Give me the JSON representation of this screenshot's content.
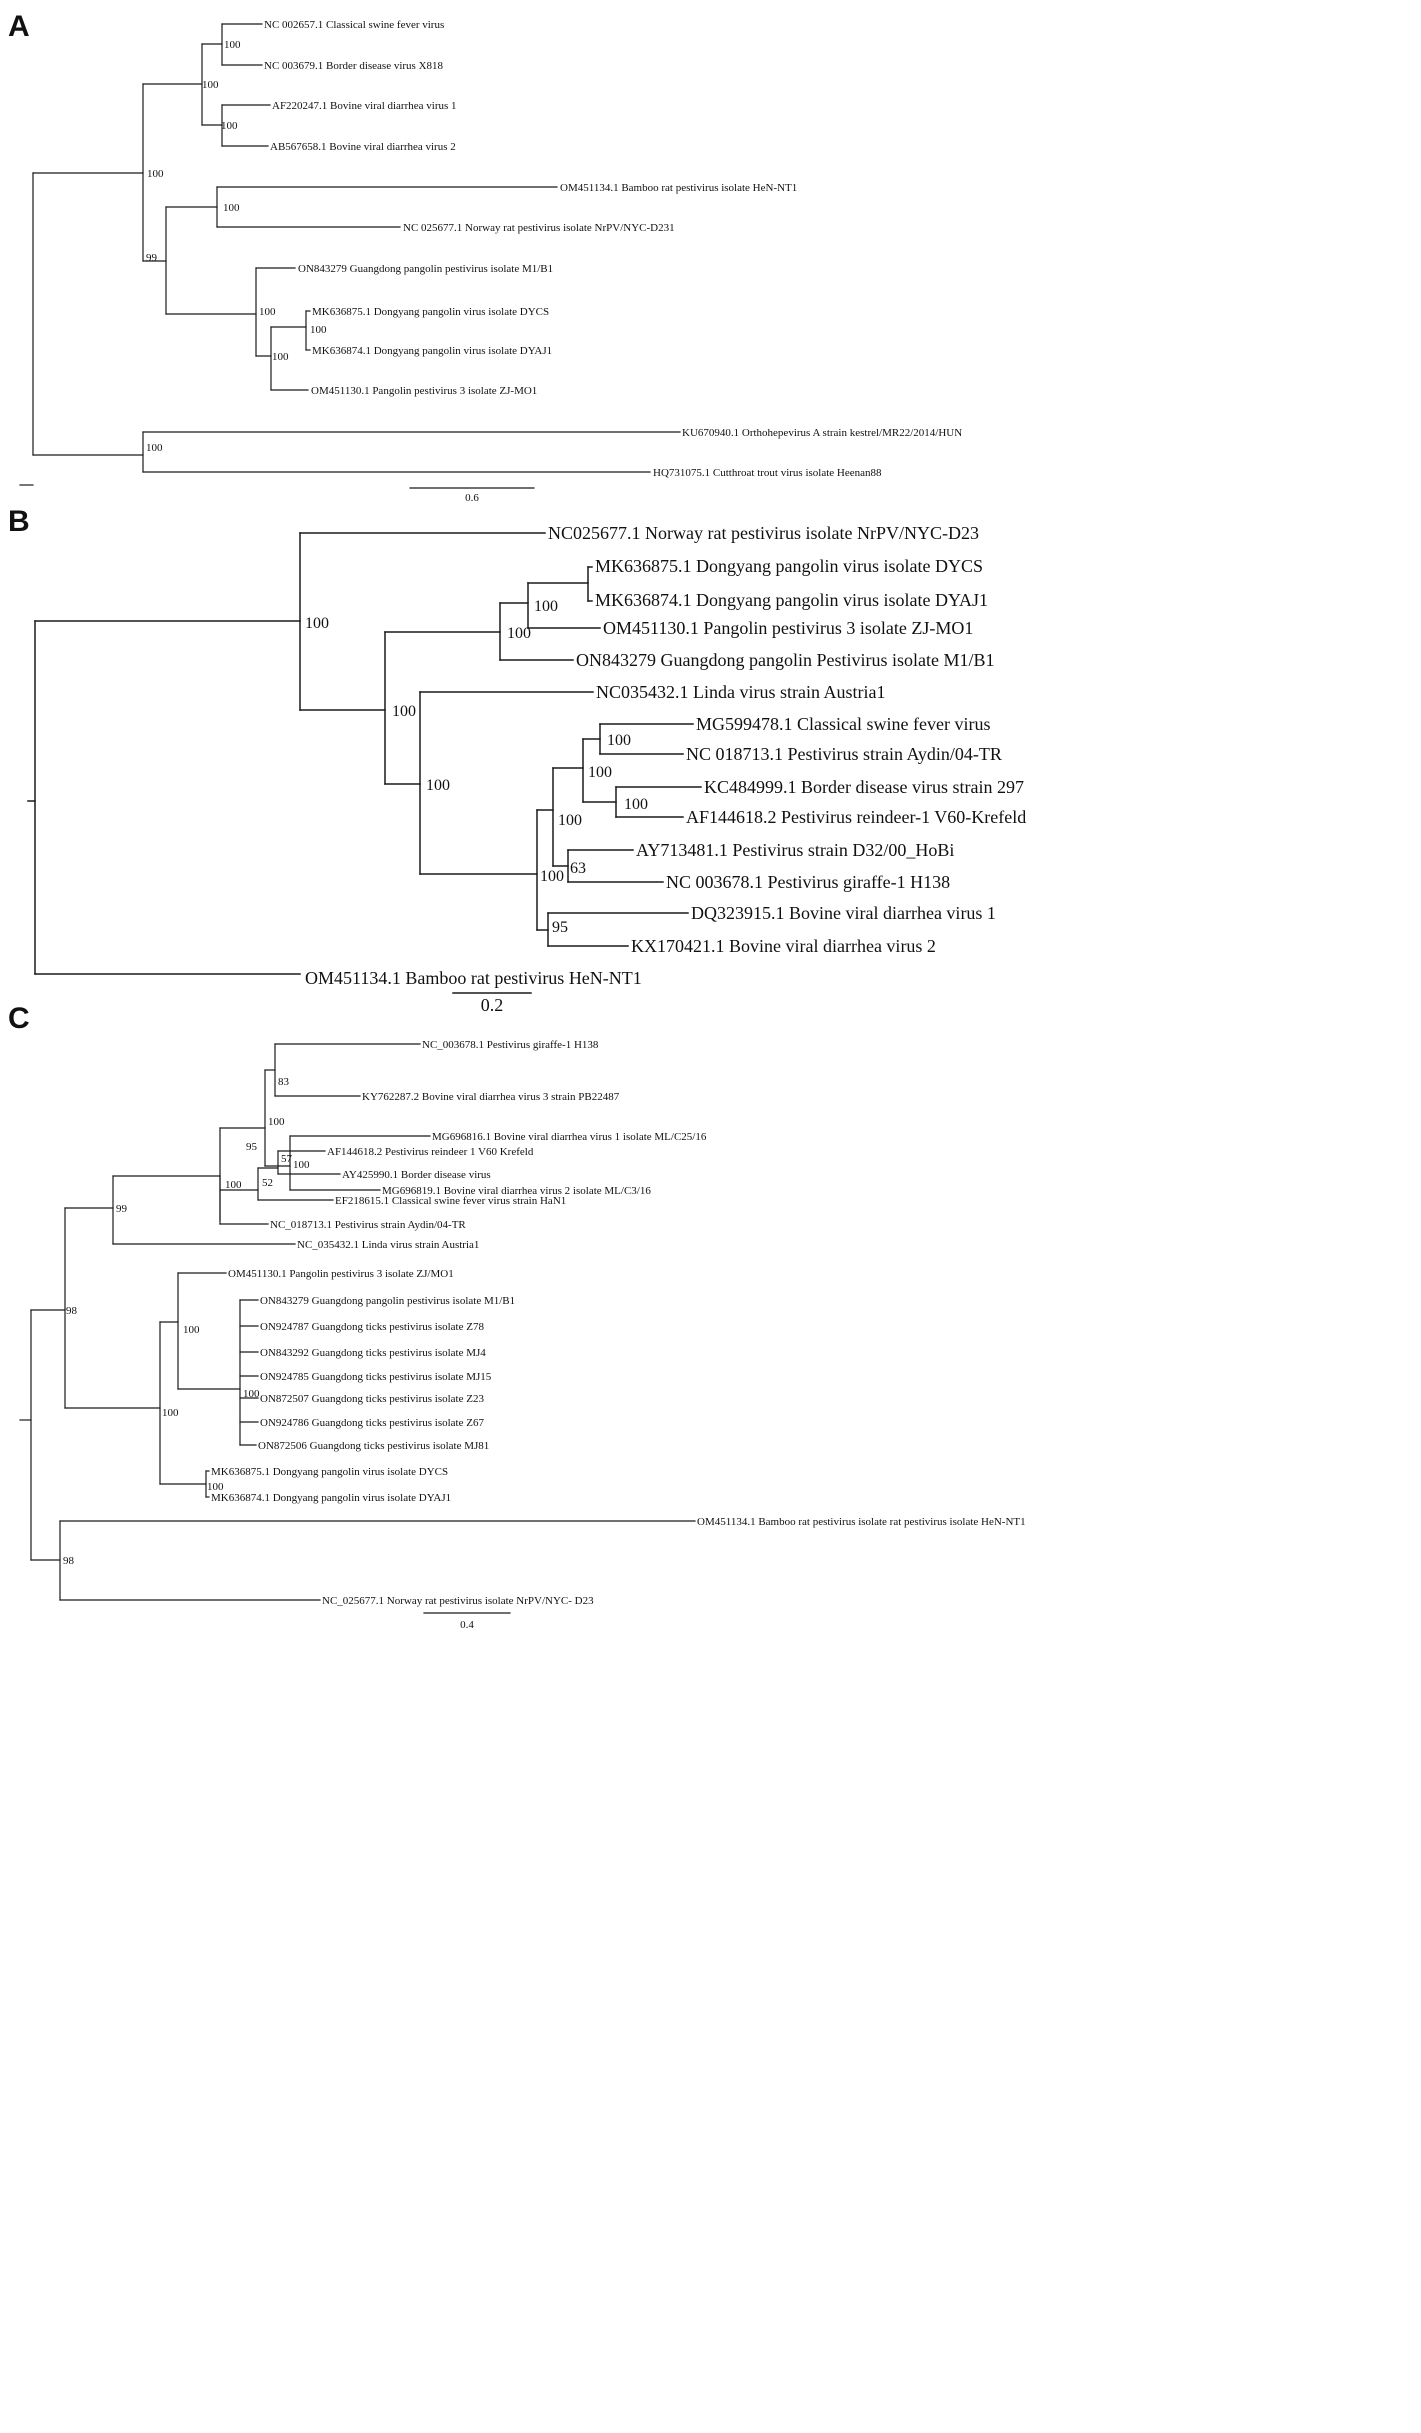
{
  "colors": {
    "default": "#111111",
    "highlight": "#d42424",
    "ticks": "#2a2a9a"
  },
  "panels": {
    "A": {
      "letter": "A",
      "scale_label": "0.6",
      "taxa": {
        "csfv": {
          "text": "NC 002657.1 Classical swine fever virus"
        },
        "bdv": {
          "text": "NC 003679.1 Border disease virus X818"
        },
        "bvdv1": {
          "text": "AF220247.1 Bovine viral diarrhea virus 1"
        },
        "bvdv2": {
          "text": "AB567658.1 Bovine viral diarrhea virus 2"
        },
        "bamboo": {
          "text": "OM451134.1 Bamboo rat pestivirus isolate HeN-NT1"
        },
        "norway": {
          "text": "NC 025677.1 Norway rat pestivirus isolate NrPV/NYC-D231"
        },
        "gd": {
          "text": "ON843279 Guangdong pangolin pestivirus isolate M1/B1",
          "color": "highlight"
        },
        "dycs": {
          "text": "MK636875.1 Dongyang pangolin virus isolate DYCS"
        },
        "dyaj": {
          "text": "MK636874.1 Dongyang pangolin virus isolate DYAJ1"
        },
        "p3": {
          "text": "OM451130.1 Pangolin pestivirus 3 isolate ZJ-MO1"
        },
        "kestrel": {
          "text": "KU670940.1 Orthohepevirus A strain kestrel/MR22/2014/HUN"
        },
        "trout": {
          "text": "HQ731075.1 Cutthroat trout virus isolate Heenan88"
        }
      },
      "bootstraps": {
        "n1": "100",
        "n2": "100",
        "n3": "100",
        "n4": "100",
        "n5": "100",
        "n6": "99",
        "n7": "100",
        "n8": "100",
        "n9": "100",
        "n10": "100"
      }
    },
    "B": {
      "letter": "B",
      "scale_label": "0.2",
      "taxa": {
        "norway": {
          "text": "NC025677.1 Norway rat pestivirus isolate NrPV/NYC-D23"
        },
        "dycs": {
          "text": "MK636875.1 Dongyang pangolin virus isolate DYCS"
        },
        "dyaj": {
          "text": "MK636874.1 Dongyang pangolin virus isolate DYAJ1"
        },
        "p3": {
          "text": "OM451130.1 Pangolin pestivirus 3 isolate ZJ-MO1"
        },
        "gd": {
          "text": "ON843279 Guangdong pangolin Pestivirus isolate M1/B1",
          "color": "highlight"
        },
        "linda": {
          "text": "NC035432.1 Linda virus strain Austria1"
        },
        "csfv": {
          "text": "MG599478.1  Classical swine fever virus"
        },
        "aydin": {
          "text": "NC 018713.1 Pestivirus strain Aydin/04-TR"
        },
        "bdv": {
          "text": "KC484999.1 Border disease virus strain 297"
        },
        "reindeer": {
          "text": "AF144618.2 Pestivirus reindeer-1 V60-Krefeld"
        },
        "hobi": {
          "text": "AY713481.1 Pestivirus strain D32/00_HoBi"
        },
        "giraffe": {
          "text": "NC 003678.1 Pestivirus giraffe-1 H138"
        },
        "bvdv1": {
          "text": "DQ323915.1 Bovine viral diarrhea virus 1"
        },
        "bvdv2": {
          "text": "KX170421.1 Bovine viral diarrhea virus 2"
        },
        "bamboo": {
          "text": "OM451134.1  Bamboo rat pestivirus HeN-NT1"
        }
      },
      "bootstraps": {
        "n1": "100",
        "n2": "100",
        "n3": "100",
        "n4": "100",
        "n5": "100",
        "n6": "100",
        "n7": "100",
        "n8": "100",
        "n9": "100",
        "n10": "63",
        "n11": "95"
      }
    },
    "C": {
      "letter": "C",
      "scale_label": "0.4",
      "taxa": {
        "giraffe": {
          "text": "NC_003678.1 Pestivirus giraffe-1 H138"
        },
        "bvdv3": {
          "text": "KY762287.2 Bovine viral diarrhea virus 3 strain PB22487"
        },
        "bvdv1": {
          "text": "MG696816.1 Bovine viral diarrhea virus 1 isolate ML/C25/16"
        },
        "bvdv2": {
          "text": "MG696819.1 Bovine viral diarrhea virus 2 isolate ML/C3/16"
        },
        "reindeer": {
          "text": "AF144618.2 Pestivirus reindeer 1 V60 Krefeld"
        },
        "bdv": {
          "text": "AY425990.1 Border disease virus"
        },
        "csfv": {
          "text": "EF218615.1 Classical swine fever virus strain HaN1"
        },
        "aydin": {
          "text": "NC_018713.1 Pestivirus strain Aydin/04-TR"
        },
        "linda": {
          "text": "NC_035432.1 Linda virus strain Austria1"
        },
        "p3": {
          "text": "OM451130.1 Pangolin pestivirus 3 isolate ZJ/MO1"
        },
        "gd": {
          "text": "ON843279 Guangdong pangolin pestivirus isolate M1/B1",
          "color": "highlight"
        },
        "z78": {
          "text": "ON924787 Guangdong ticks pestivirus isolate Z78",
          "color": "ticks"
        },
        "mj4": {
          "text": "ON843292 Guangdong ticks pestivirus isolate MJ4",
          "color": "ticks"
        },
        "mj15": {
          "text": "ON924785 Guangdong ticks pestivirus isolate MJ15",
          "color": "ticks"
        },
        "z23": {
          "text": "ON872507 Guangdong ticks pestivirus isolate Z23",
          "color": "ticks"
        },
        "z67": {
          "text": "ON924786 Guangdong ticks pestivirus isolate Z67",
          "color": "ticks"
        },
        "mj81": {
          "text": "ON872506 Guangdong ticks pestivirus isolate MJ81",
          "color": "ticks"
        },
        "dycs": {
          "text": "MK636875.1 Dongyang pangolin virus isolate DYCS"
        },
        "dyaj": {
          "text": "MK636874.1 Dongyang pangolin virus isolate DYAJ1"
        },
        "bamboo": {
          "text": "OM451134.1 Bamboo rat pestivirus isolate rat pestivirus isolate HeN-NT1"
        },
        "norway": {
          "text": "NC_025677.1 Norway rat pestivirus isolate NrPV/NYC- D23"
        }
      },
      "bootstraps": {
        "n1": "83",
        "n2": "100",
        "n3": "100",
        "n4": "57",
        "n5": "52",
        "n6": "95",
        "n7": "100",
        "n8": "99",
        "n9": "100",
        "n10": "100",
        "n11": "100",
        "n12": "100",
        "n13": "98",
        "n14": "98"
      }
    }
  }
}
